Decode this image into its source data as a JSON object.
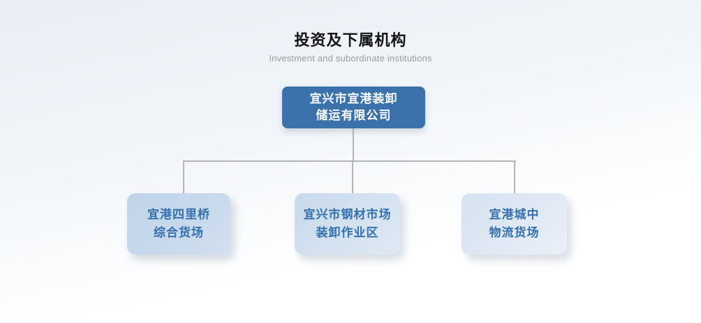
{
  "page": {
    "title": "投资及下属机构",
    "subtitle": "Investment and subordinate institutions"
  },
  "org": {
    "root": {
      "name": "宜兴市宜港装卸储运有限公司",
      "lines": [
        "宜兴市宜港装卸",
        "储运有限公司"
      ]
    },
    "children": [
      {
        "name": "宜港四里桥综合货场",
        "lines": [
          "宜港四里桥",
          "综合货场"
        ]
      },
      {
        "name": "宜兴市钢材市场装卸作业区",
        "lines": [
          "宜兴市钢材市场",
          "装卸作业区"
        ]
      },
      {
        "name": "宜港城中物流货场",
        "lines": [
          "宜港城中",
          "物流货场"
        ]
      }
    ]
  },
  "colors": {
    "root_box_bg": "#3b72ac",
    "root_box_text": "#ffffff",
    "child_box_text": "#3470ad",
    "connector_color": "#b4b4b4",
    "title_color": "#141414",
    "subtitle_color": "#9b9b9b",
    "bg_top": "#e8eef4"
  }
}
